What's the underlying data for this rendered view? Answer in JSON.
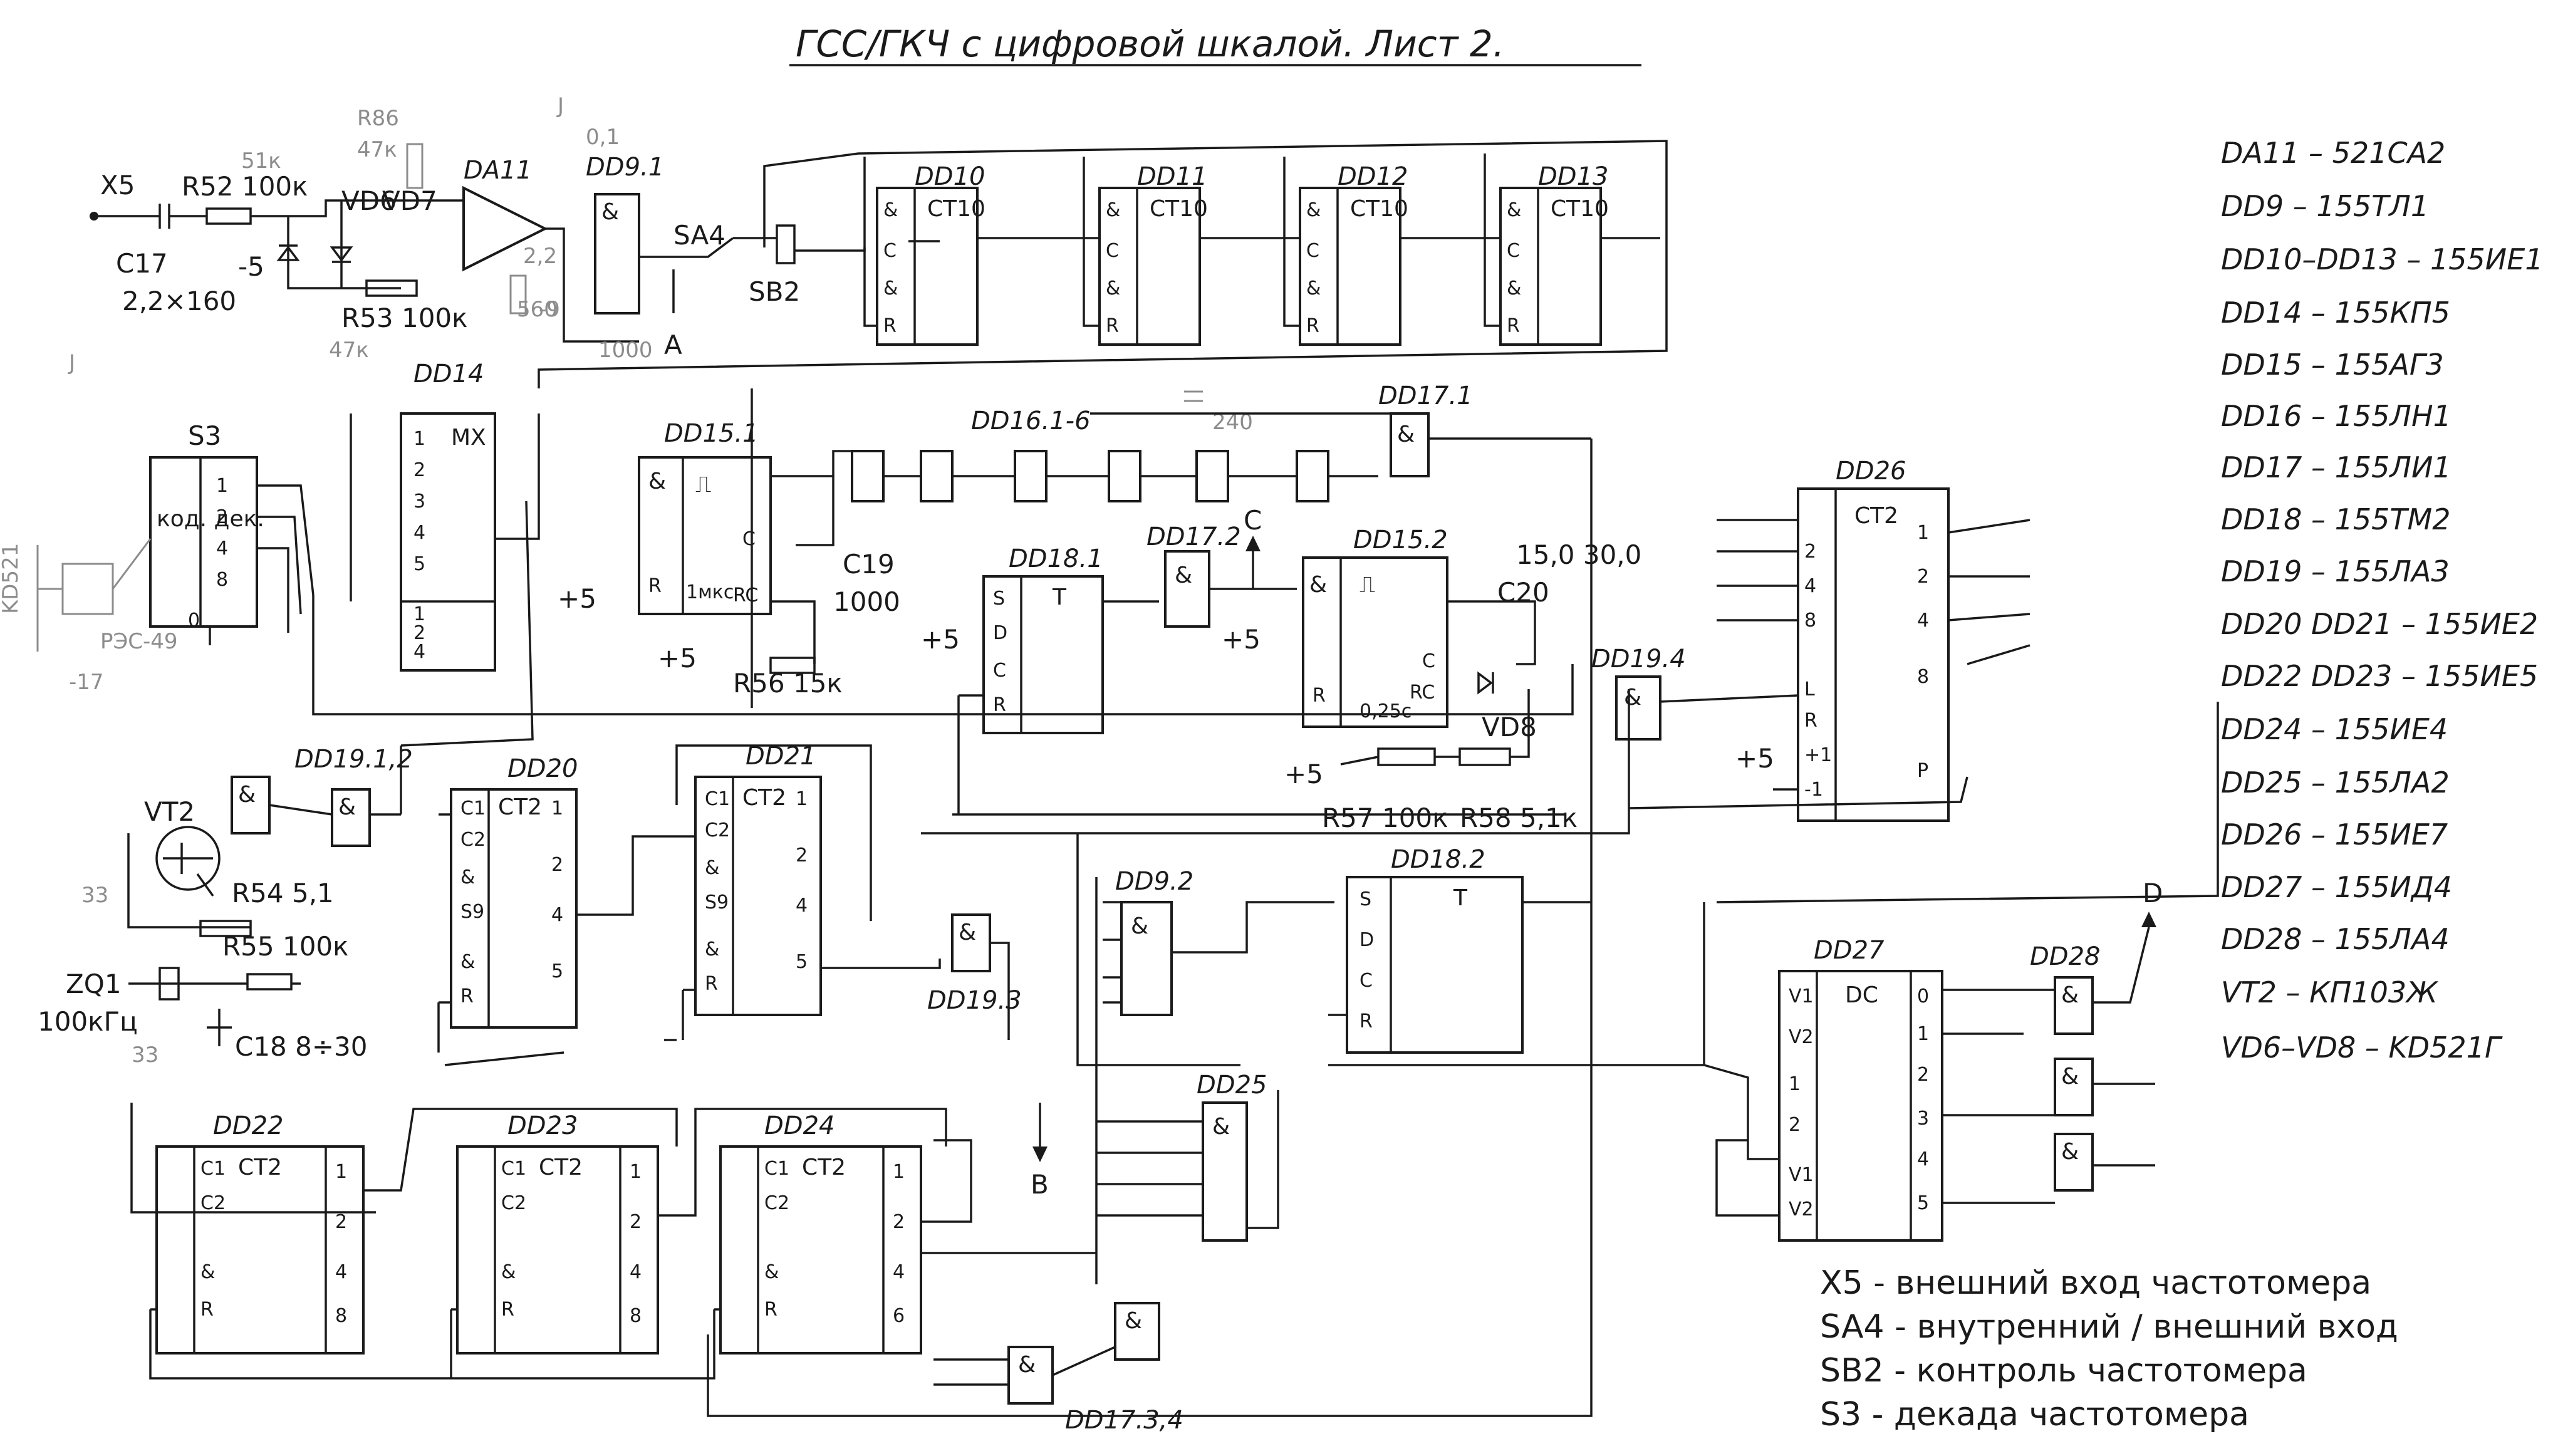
{
  "title": "ГСС/ГКЧ с цифровой шкалой. Лист 2.",
  "parts_list": [
    "DA11 – 521CA2",
    "DD9 – 155ТЛ1",
    "DD10–DD13 – 155ИЕ1",
    "DD14 – 155КП5",
    "DD15 – 155АГ3",
    "DD16 – 155ЛН1",
    "DD17 – 155ЛИ1",
    "DD18 – 155ТМ2",
    "DD19 – 155ЛА3",
    "DD20 DD21 – 155ИЕ2",
    "DD22 DD23 – 155ИЕ5",
    "DD24 – 155ИЕ4",
    "DD25 – 155ЛА2",
    "DD26 – 155ИЕ7",
    "DD27 – 155ИД4",
    "DD28 – 155ЛА4",
    "VT2 – КП103Ж",
    "VD6–VD8 – KD521Г"
  ],
  "legend": [
    "X5 - внешний вход частотомера",
    "SA4 - внутренний / внешний вход",
    "SB2 - контроль частотомера",
    "S3 - декада частотомера"
  ],
  "chips": {
    "dd10": {
      "name": "DD10",
      "func": "CT10"
    },
    "dd11": {
      "name": "DD11",
      "func": "CT10"
    },
    "dd12": {
      "name": "DD12",
      "func": "CT10"
    },
    "dd13": {
      "name": "DD13",
      "func": "CT10"
    },
    "dd14": {
      "name": "DD14",
      "func": "MX"
    },
    "dd15_1": {
      "name": "DD15.1",
      "func": "⎍"
    },
    "dd15_2": {
      "name": "DD15.2",
      "func": "⎍"
    },
    "dd16": {
      "name": "DD16.1-6"
    },
    "dd17_1": {
      "name": "DD17.1",
      "func": "&"
    },
    "dd17_2": {
      "name": "DD17.2",
      "func": "&"
    },
    "dd17_34": {
      "name": "DD17.3,4",
      "func": "&"
    },
    "dd18_1": {
      "name": "DD18.1",
      "func": "T"
    },
    "dd18_2": {
      "name": "DD18.2",
      "func": "T"
    },
    "dd19_12": {
      "name": "DD19.1,2",
      "func": "&"
    },
    "dd19_3": {
      "name": "DD19.3",
      "func": "&"
    },
    "dd19_4": {
      "name": "DD19.4",
      "func": "&"
    },
    "dd9_1": {
      "name": "DD9.1",
      "func": "&"
    },
    "dd9_2": {
      "name": "DD9.2",
      "func": "&"
    },
    "dd20": {
      "name": "DD20",
      "func": "CT2"
    },
    "dd21": {
      "name": "DD21",
      "func": "CT2"
    },
    "dd22": {
      "name": "DD22",
      "func": "CT2"
    },
    "dd23": {
      "name": "DD23",
      "func": "CT2"
    },
    "dd24": {
      "name": "DD24",
      "func": "CT2"
    },
    "dd25": {
      "name": "DD25",
      "func": "&"
    },
    "dd26": {
      "name": "DD26",
      "func": "CT2"
    },
    "dd27": {
      "name": "DD27",
      "func": "DC"
    },
    "dd28": {
      "name": "DD28",
      "func": "&"
    },
    "da11": {
      "name": "DA11"
    },
    "s3": {
      "name": "S3",
      "func": "код. дек."
    }
  },
  "labels": {
    "x5": "X5",
    "r52": "R52 100к",
    "c17": "C17",
    "c17_val": "2,2×160",
    "r53": "R53 100к",
    "r53_alt": "47к",
    "vd6": "VD6",
    "vd7": "VD7",
    "r86": "R86",
    "r86_val": "47к",
    "r52_alt": "51к",
    "minus5": "-5",
    "sa4": "SA4",
    "sb2": "SB2",
    "a_out": "A",
    "b_out": "B",
    "d_out": "D",
    "c_out": "C",
    "c19": "C19",
    "c19_val": "1000",
    "r56": "R56 15к",
    "c20": "C20",
    "c20_val": "15,0 30,0",
    "vd8": "VD8",
    "r57": "R57 100к",
    "r58": "R58 5,1к",
    "vt2": "VT2",
    "r54": "R54 5,1",
    "r55": "R55 100к",
    "zq1": "ZQ1",
    "zq1_val": "100кГц",
    "c18": "C18 8÷30",
    "cap33": "33",
    "plus5": "+5",
    "c240": "240",
    "kd521": "KD521",
    "res49": "РЭС-49",
    "minus17": "-17",
    "v01": "0,1",
    "v560": "560",
    "v1000": "1000",
    "v22": "2,2",
    "minus9": "-9",
    "j": "J",
    "imks": "1мкс",
    "zero25": "0,25с"
  }
}
